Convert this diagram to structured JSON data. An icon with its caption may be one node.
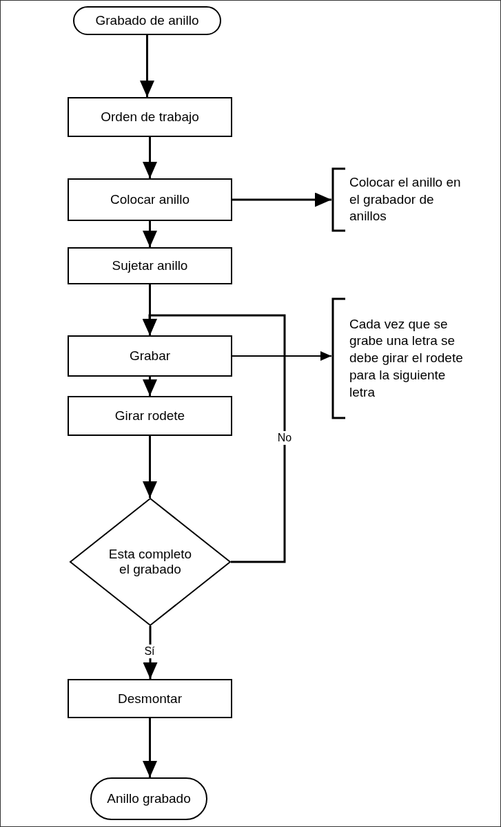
{
  "diagram": {
    "nodes": [
      {
        "text": [
          "Grabado de anillo"
        ]
      },
      {
        "text": [
          "Orden de trabajo"
        ]
      },
      {
        "text": [
          "Colocar anillo"
        ]
      },
      {
        "text": [
          "Colocar el anillo en el grabador de anillos"
        ]
      },
      {
        "text": [
          "Sujetar anillo"
        ]
      },
      {
        "text": [
          "Grabar"
        ]
      },
      {
        "text": [
          "Cada vez que se grabe una letra se debe girar el rodete para la siguiente letra"
        ]
      },
      {
        "text": [
          "Girar rodete"
        ]
      },
      {
        "text": [
          "Esta completo el grabado"
        ]
      },
      {
        "text": [
          "Desmontar"
        ]
      },
      {
        "text": [
          "Anillo grabado"
        ]
      }
    ],
    "edges": [
      {
        "from": 0,
        "to": 1,
        "arrow": "to"
      },
      {
        "from": 1,
        "to": 2,
        "arrow": "to"
      },
      {
        "from": 2,
        "to": 3,
        "arrow": "to"
      },
      {
        "from": 2,
        "to": 4,
        "arrow": "to"
      },
      {
        "from": 4,
        "to": 5,
        "arrow": "to"
      },
      {
        "from": 5,
        "to": 6,
        "arrow": "to"
      },
      {
        "from": 5,
        "to": 7,
        "arrow": "to"
      },
      {
        "from": 7,
        "to": 8,
        "arrow": "to"
      },
      {
        "from": 8,
        "to": 5,
        "arrow": "to",
        "label": "No"
      },
      {
        "from": 8,
        "to": 9,
        "arrow": "to",
        "label": "Sí"
      },
      {
        "from": 9,
        "to": 10,
        "arrow": "to"
      }
    ]
  }
}
